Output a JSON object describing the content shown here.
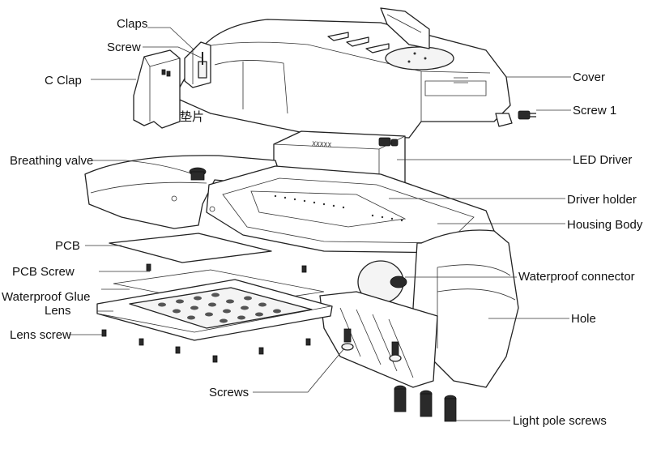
{
  "labels": {
    "claps": "Claps",
    "screw": "Screw",
    "c_clap": "C Clap",
    "gasket": "垫片",
    "cover": "Cover",
    "screw_1": "Screw 1",
    "breathing_valve": "Breathing valve",
    "led_driver": "LED Driver",
    "driver_holder": "Driver holder",
    "housing_body": "Housing Body",
    "pcb": "PCB",
    "pcb_screw": "PCB Screw",
    "waterproof_glue": "Waterproof Glue",
    "lens": "Lens",
    "waterproof_connector": "Waterproof connector",
    "lens_screw": "Lens screw",
    "hole": "Hole",
    "screws": "Screws",
    "light_pole_screws": "Light pole screws"
  },
  "driver_marking": "XXXXX"
}
